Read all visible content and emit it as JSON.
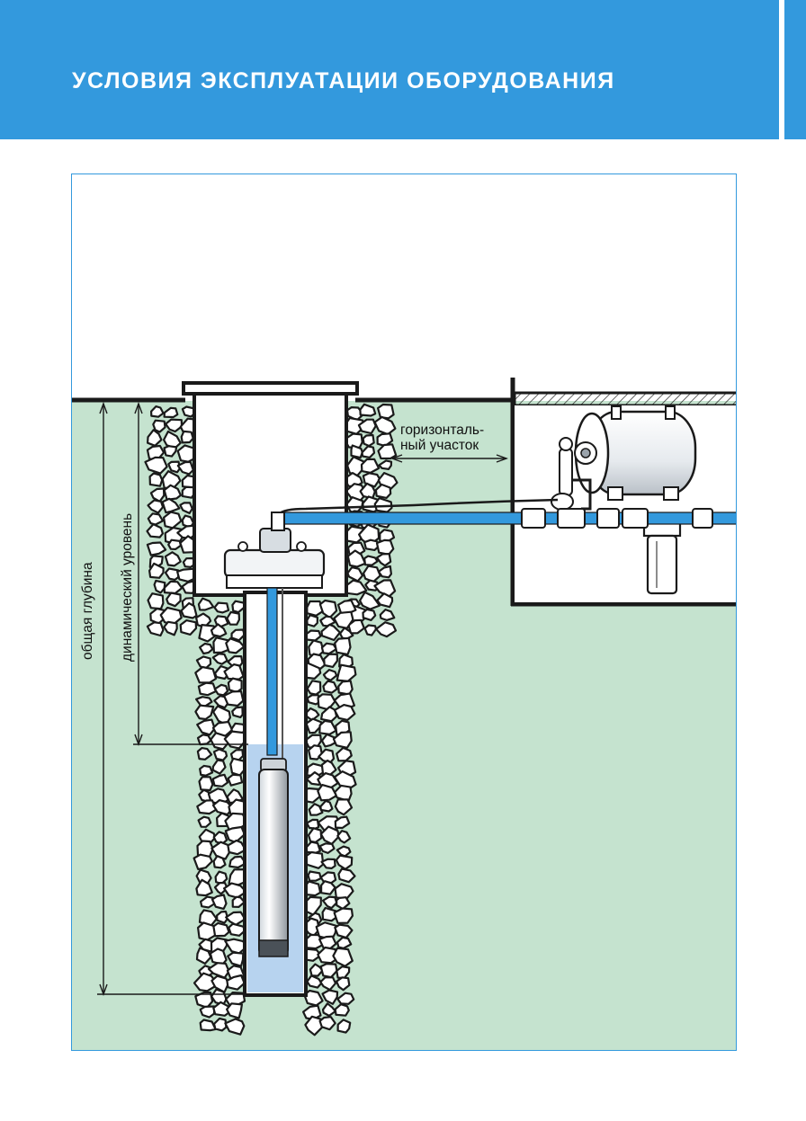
{
  "header": {
    "title": "УСЛОВИЯ ЭКСПЛУАТАЦИИ ОБОРУДОВАНИЯ"
  },
  "diagram": {
    "labels": {
      "horizontal_section_line1": "горизонталь-",
      "horizontal_section_line2": "ный участок",
      "total_depth": "общая глубина",
      "dynamic_level": "динамический уровень"
    }
  },
  "colors": {
    "brand_blue": "#3399dd",
    "ground": "#c5e3cf",
    "water": "#b7d3ef",
    "pipe": "#3399dd"
  }
}
